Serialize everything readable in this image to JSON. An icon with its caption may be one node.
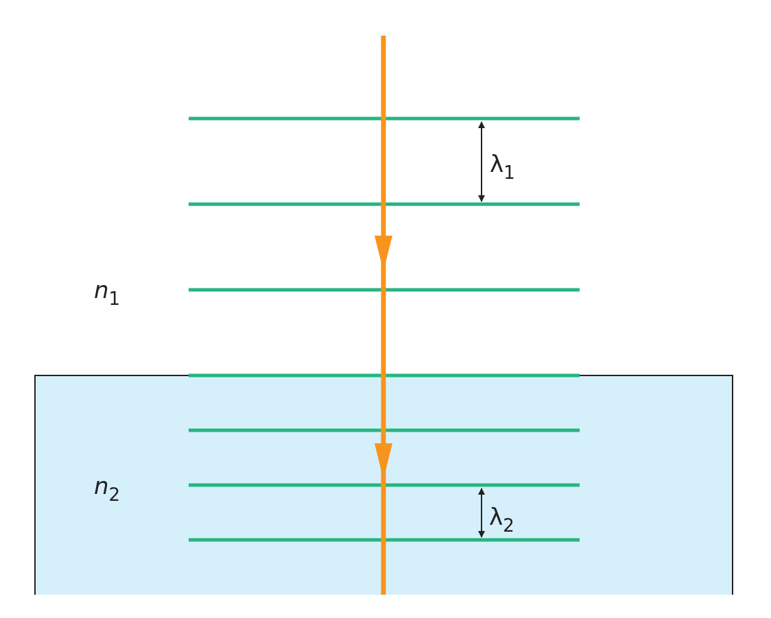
{
  "diagram": {
    "labels": [
      "λ$_{1}$",
      "*n*$_{1}$",
      "*n*$_{2}$",
      "λ$_{2}$"
    ]
  }
}
